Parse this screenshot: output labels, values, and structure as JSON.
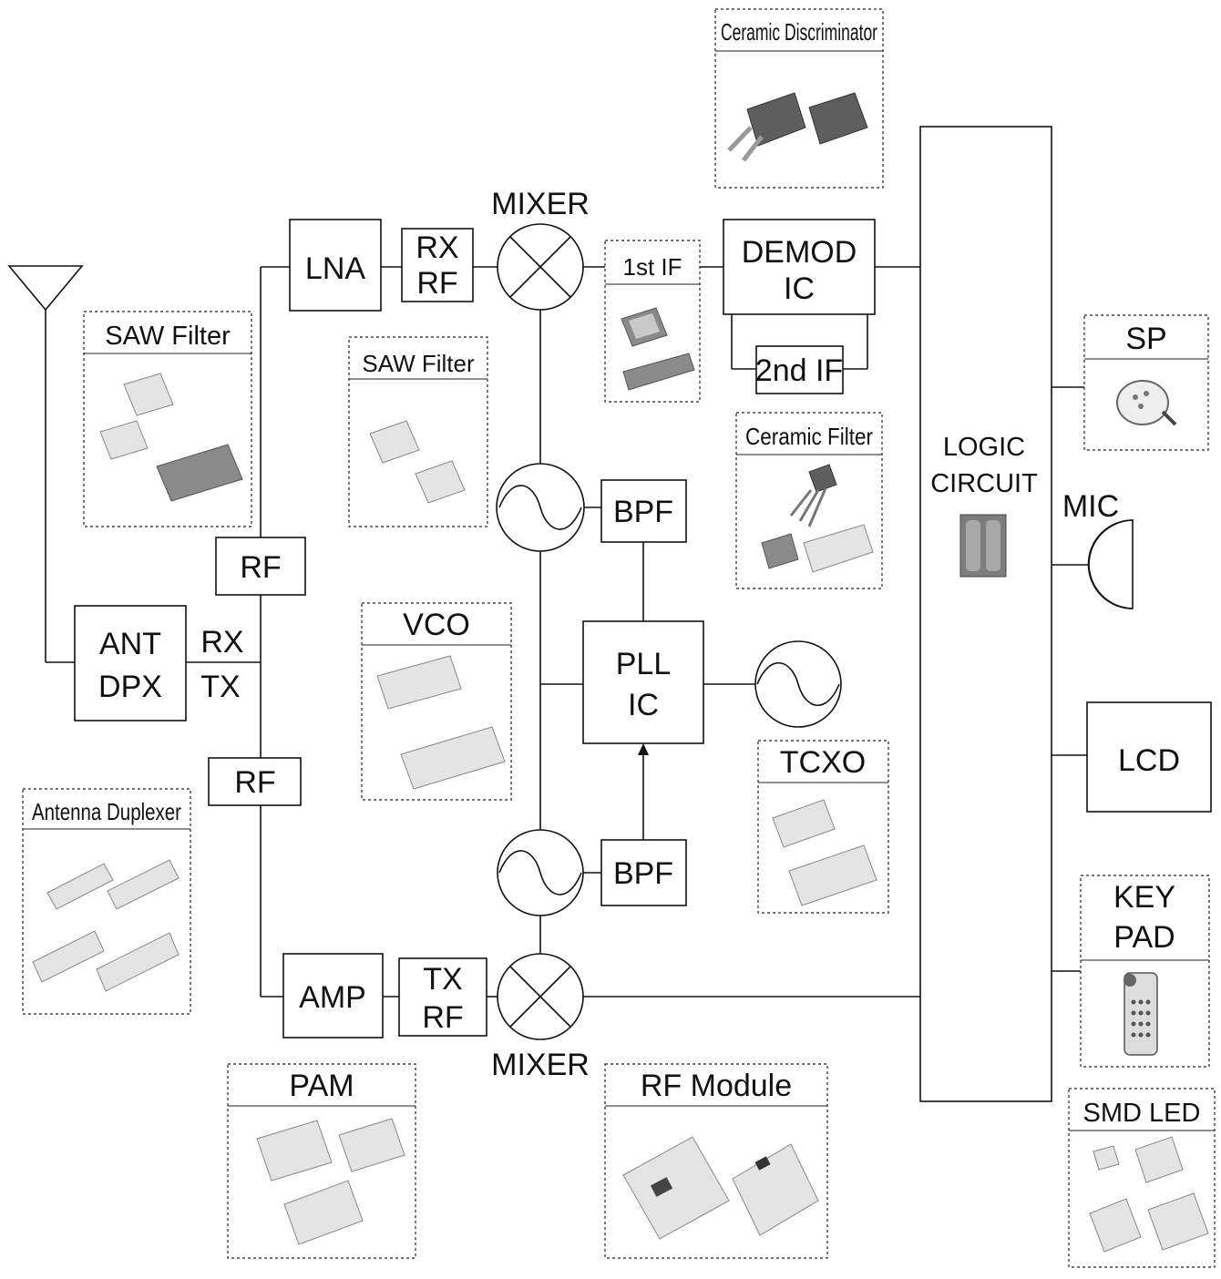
{
  "blocks": {
    "lna": "LNA",
    "rx_rf_1": "RX",
    "rx_rf_2": "RF",
    "mixer_top": "MIXER",
    "mixer_bottom": "MIXER",
    "first_if": "1st IF",
    "demod_1": "DEMOD",
    "demod_2": "IC",
    "second_if": "2nd IF",
    "logic_1": "LOGIC",
    "logic_2": "CIRCUIT",
    "rf_upper": "RF",
    "rf_lower": "RF",
    "ant_dpx_1": "ANT",
    "ant_dpx_2": "DPX",
    "rx": "RX",
    "tx": "TX",
    "bpf_upper": "BPF",
    "bpf_lower": "BPF",
    "pll_1": "PLL",
    "pll_2": "IC",
    "amp": "AMP",
    "tx_rf_1": "TX",
    "tx_rf_2": "RF",
    "sp": "SP",
    "mic": "MIC",
    "lcd": "LCD",
    "keypad_1": "KEY",
    "keypad_2": "PAD"
  },
  "components": {
    "ceramic_discriminator": "Ceramic Discriminator",
    "saw_filter_left": "SAW Filter",
    "saw_filter_mid": "SAW Filter",
    "ceramic_filter": "Ceramic Filter",
    "vco": "VCO",
    "tcxo": "TCXO",
    "antenna_duplexer": "Antenna Duplexer",
    "pam": "PAM",
    "rf_module": "RF Module",
    "smd_led": "SMD LED"
  }
}
